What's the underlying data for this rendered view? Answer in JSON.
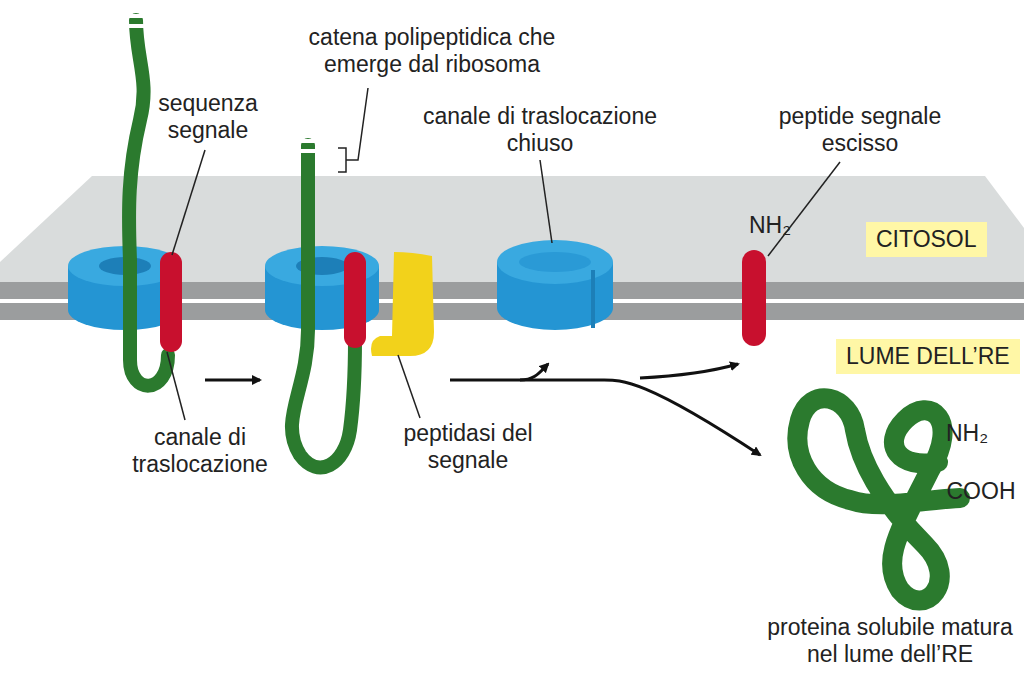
{
  "diagram": {
    "nodes": [
      {
        "text": [
          "CITOSOL"
        ]
      },
      {
        "text": [
          "LUME DELL’RE"
        ]
      }
    ],
    "labels": [
      "catena polipeptidica che emerge dal ribosoma",
      "sequenza segnale",
      "canale di traslocazione chiuso",
      "peptide segnale escisso",
      "NH₂",
      "canale di traslocazione",
      "peptidasi del segnale",
      "NH₂",
      "COOH",
      "proteina solubile matura nel lume dell’RE"
    ]
  }
}
